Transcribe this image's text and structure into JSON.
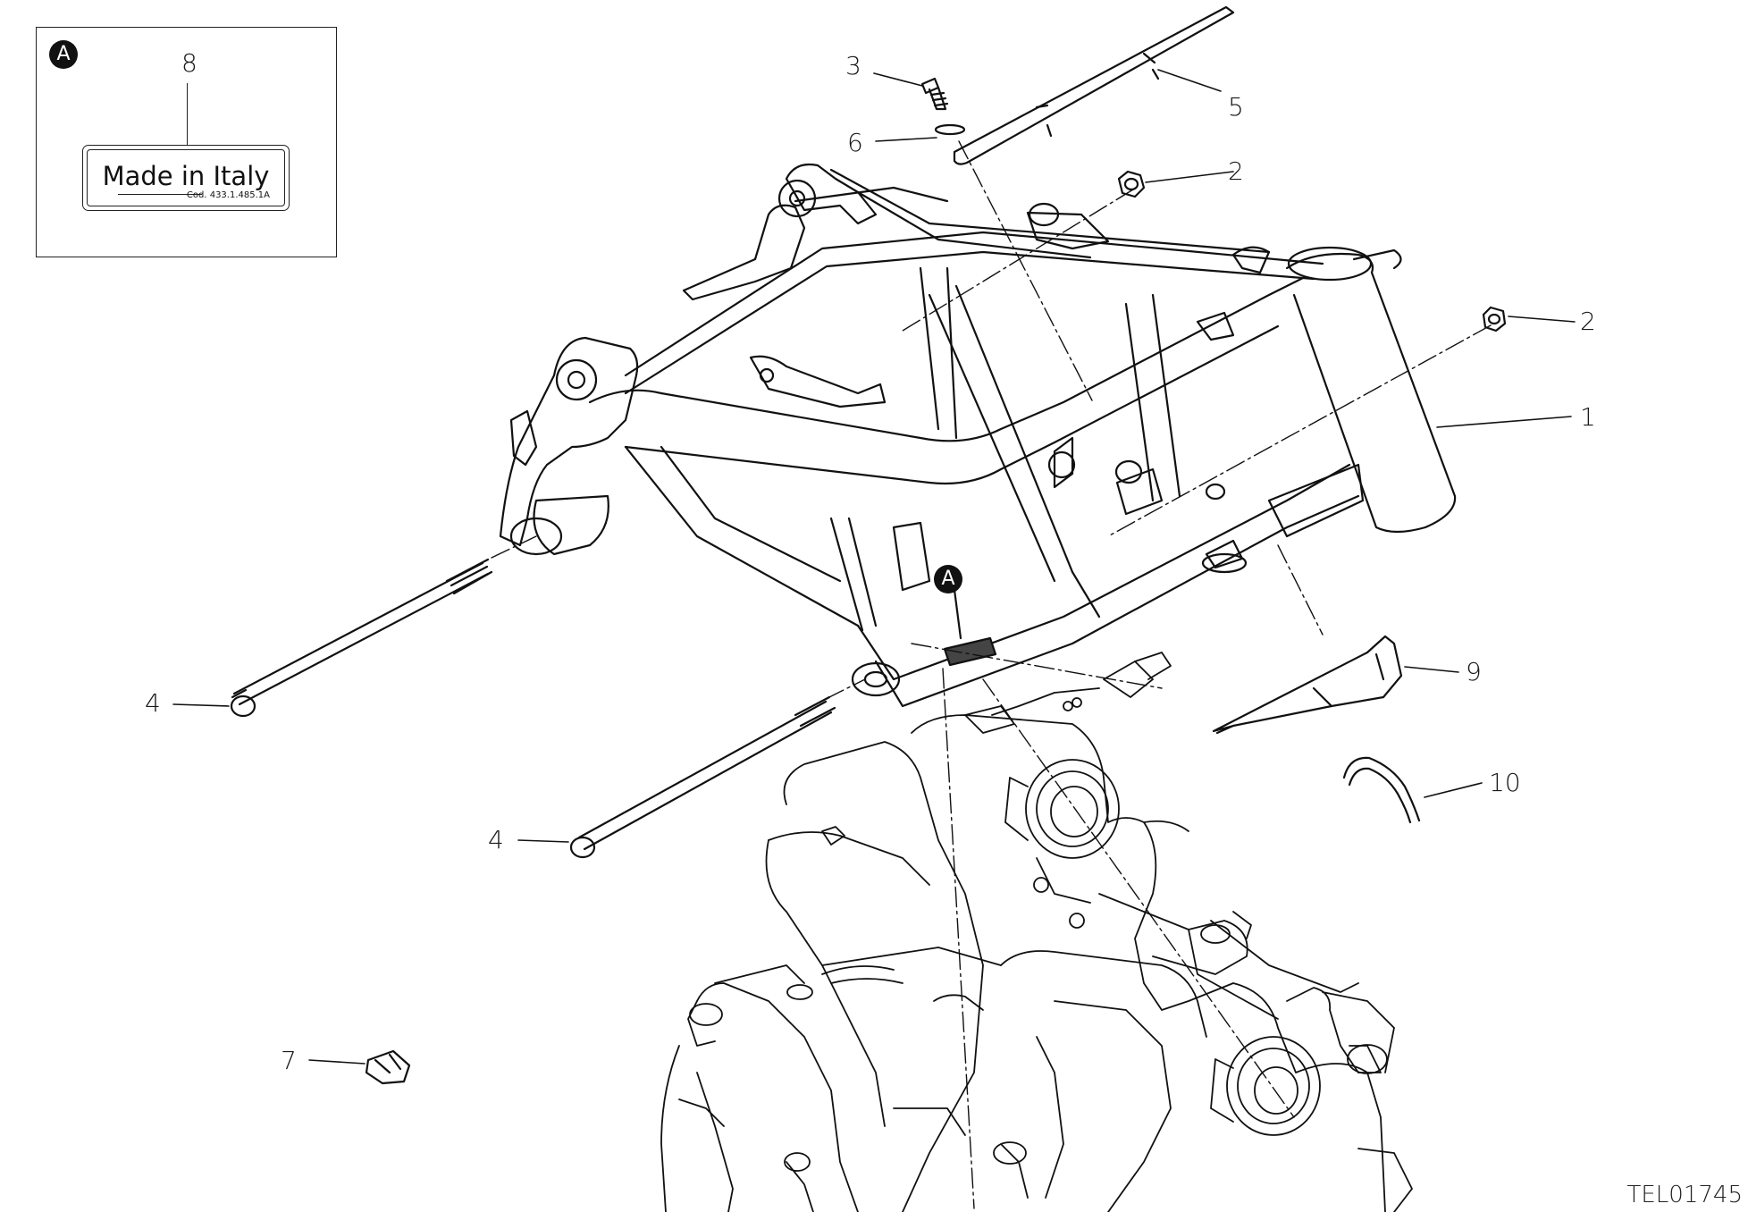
{
  "callouts": {
    "c1": "1",
    "c2a": "2",
    "c2b": "2",
    "c3": "3",
    "c4a": "4",
    "c4b": "4",
    "c5": "5",
    "c6": "6",
    "c7": "7",
    "c8": "8",
    "c9": "9",
    "c10": "10"
  },
  "inset": {
    "badge": "A",
    "plate_text": "Made in Italy",
    "plate_code": "Cod. 433.1.485.1A"
  },
  "frame_badge": "A",
  "drawing_code": "TEL01745",
  "icons": [
    "detail-a-badge",
    "made-in-italy-plate"
  ]
}
